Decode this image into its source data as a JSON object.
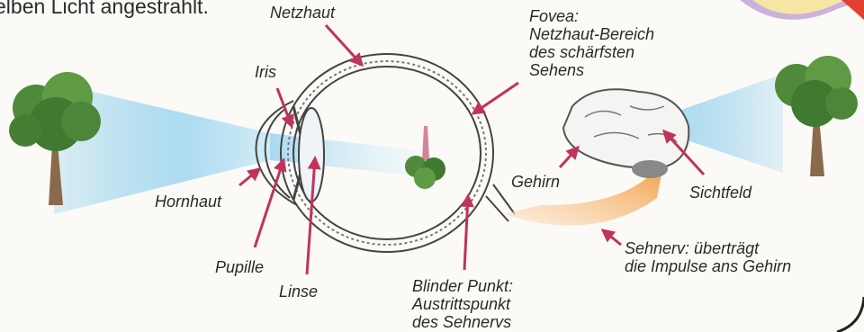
{
  "header_fragment": "elben Licht angestrahlt.",
  "labels": {
    "netzhaut": "Netzhaut",
    "iris": "Iris",
    "hornhaut": "Hornhaut",
    "pupille": "Pupille",
    "linse": "Linse",
    "fovea": [
      "Fovea:",
      "Netzhaut-Bereich",
      "des schärfsten",
      "Sehens"
    ],
    "gehirn": "Gehirn",
    "sichtfeld": "Sichtfeld",
    "sehnerv": [
      "Sehnerv: überträgt",
      "die Impulse ans Gehirn"
    ],
    "blinder_punkt": [
      "Blinder Punkt:",
      "Austrittspunkt",
      "des Sehnervs"
    ]
  },
  "colors": {
    "arrow": "#c0335b",
    "light_beam": "#9fd6ef",
    "optic_nerve": "#f29a3f",
    "eye_outline": "#444444"
  }
}
